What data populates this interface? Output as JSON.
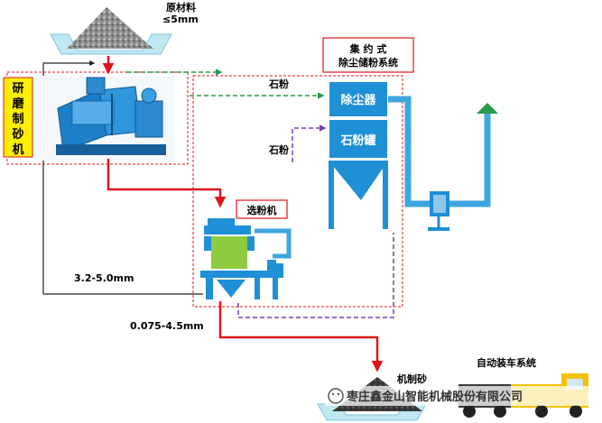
{
  "labels": {
    "raw_material_line1": "原材料",
    "raw_material_line2": "≤5mm",
    "dust_system_line1": "集 约 式",
    "dust_system_line2": "除尘储粉系统",
    "mill_vertical": [
      "研",
      "磨",
      "制",
      "砂",
      "机"
    ],
    "stone_powder_top": "石粉",
    "stone_powder_mid": "石粉",
    "dust_collector": "除尘器",
    "powder_tank": "石粉罐",
    "classifier": "选粉机",
    "size_return": "3.2-5.0mm",
    "size_output": "0.075-4.5mm",
    "machine_sand": "机制砂",
    "auto_loading": "自动装车系统"
  },
  "watermark": {
    "company": "枣庄鑫金山智能机械股份有限公司",
    "icon": "wechat-icon"
  },
  "colors": {
    "flow_red": "#e0141a",
    "dust_green": "#2a9a4a",
    "powder_purple": "#7a3fb0",
    "equipment_blue": "#1f8fd6",
    "duct_blue": "#3da6e0",
    "mill_label_bg": "#ffee00",
    "classifier_green": "#8dcc3f"
  }
}
